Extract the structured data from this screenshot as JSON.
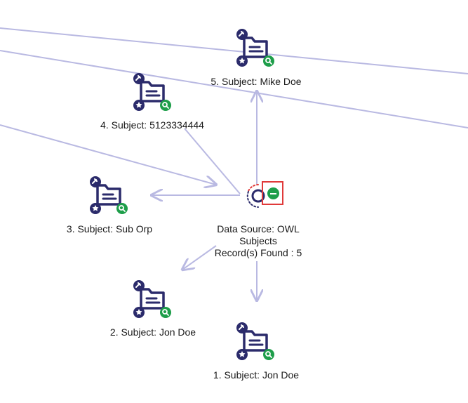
{
  "graph": {
    "source": {
      "icon": "owl-source-icon",
      "label_line1": "Data Source: OWL",
      "label_line2": "Subjects",
      "label_line3": "Record(s) Found : 5",
      "collapse_icon": "minus-circle-icon"
    },
    "nodes": [
      {
        "id": "n5",
        "label": "5.  Subject: Mike Doe",
        "icon": "subject-record-icon"
      },
      {
        "id": "n4",
        "label": "4.  Subject: 5123334444",
        "icon": "subject-record-icon"
      },
      {
        "id": "n3",
        "label": "3.  Subject: Sub Orp",
        "icon": "subject-record-icon"
      },
      {
        "id": "n2",
        "label": "2.  Subject: Jon Doe",
        "icon": "subject-record-icon"
      },
      {
        "id": "n1",
        "label": "1.  Subject: Jon Doe",
        "icon": "subject-record-icon"
      }
    ],
    "colors": {
      "edge": "#b9b9e2",
      "icon_navy": "#2b2b6b",
      "search_badge": "#1e9e4a",
      "highlight": "#e03a3a"
    }
  }
}
